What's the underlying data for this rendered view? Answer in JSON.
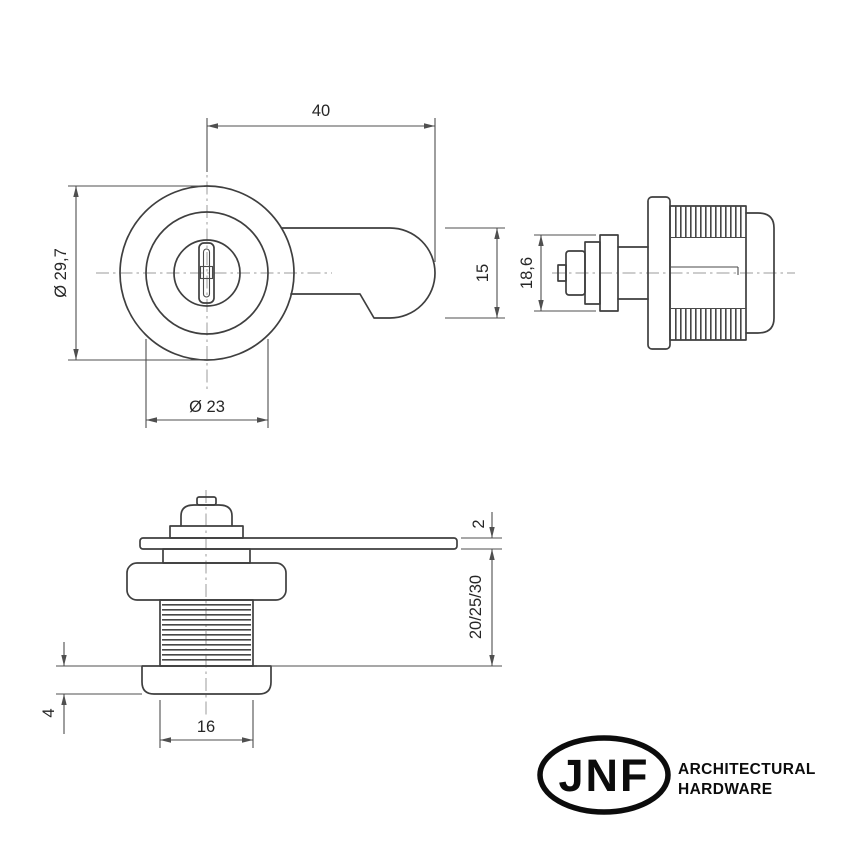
{
  "dims": {
    "cam_length": "40",
    "head_diameter": "Ø 29,7",
    "cam_height": "15",
    "body_diameter": "Ø 23",
    "side_head_height": "18,6",
    "cam_thickness": "2",
    "body_lengths": "20/25/30",
    "nut_height": "4",
    "thread_diameter": "16"
  },
  "logo": {
    "brand": "JNF",
    "tagline_line1": "ARCHITECTURAL",
    "tagline_line2": "HARDWARE"
  },
  "colors": {
    "line": "#3f3f3f",
    "dimension": "#4f4f4f",
    "logo": "#0c0c0c",
    "background": "#ffffff"
  }
}
